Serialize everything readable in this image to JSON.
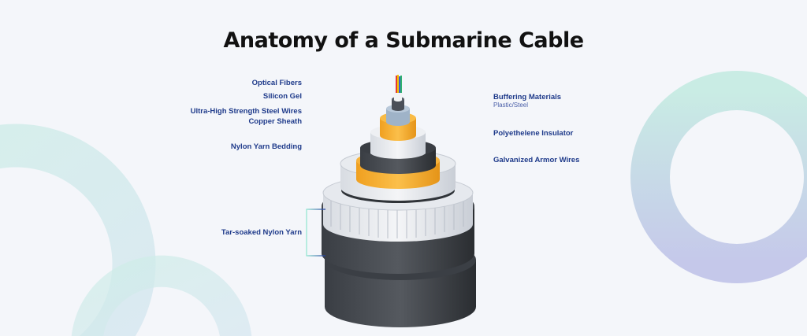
{
  "title": "Anatomy of a Submarine Cable",
  "labels_left": [
    "Optical Fibers",
    "Silicon Gel",
    "Ultra-High Strength Steel Wires",
    "Copper Sheath",
    "Nylon Yarn Bedding",
    "Tar-soaked Nylon Yarn"
  ],
  "labels_right": [
    {
      "name": "Buffering Materials",
      "sub": "Plastic/Steel"
    },
    {
      "name": "Polyethelene Insulator"
    },
    {
      "name": "Galvanized Armor Wires"
    }
  ],
  "colors": {
    "label": "#1e3a8a",
    "line_start": "#7fe0c8",
    "arrow": "#1e3aa0",
    "orange": "#f5a623",
    "black": "#2f3338"
  }
}
